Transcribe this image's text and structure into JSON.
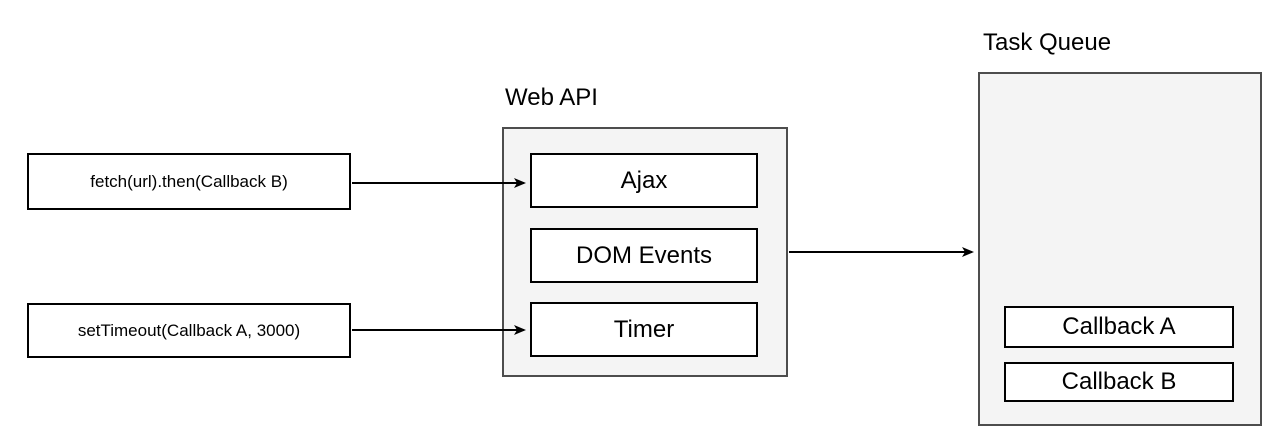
{
  "diagram": {
    "sources": [
      {
        "label": "fetch(url).then(Callback B)"
      },
      {
        "label": "setTimeout(Callback A, 3000)"
      }
    ],
    "web_api": {
      "title": "Web API",
      "items": [
        {
          "label": "Ajax"
        },
        {
          "label": "DOM Events"
        },
        {
          "label": "Timer"
        }
      ]
    },
    "task_queue": {
      "title": "Task Queue",
      "items": [
        {
          "label": "Callback A"
        },
        {
          "label": "Callback B"
        }
      ]
    },
    "arrows": [
      {
        "name": "fetch-to-ajax"
      },
      {
        "name": "settimeout-to-timer"
      },
      {
        "name": "webapi-to-taskqueue"
      }
    ],
    "colors": {
      "page_bg": "#ffffff",
      "container_bg": "#f4f4f4",
      "container_border": "#4d4d4d",
      "box_bg": "#ffffff",
      "box_border": "#000000",
      "arrow": "#000000",
      "text": "#000000"
    }
  }
}
